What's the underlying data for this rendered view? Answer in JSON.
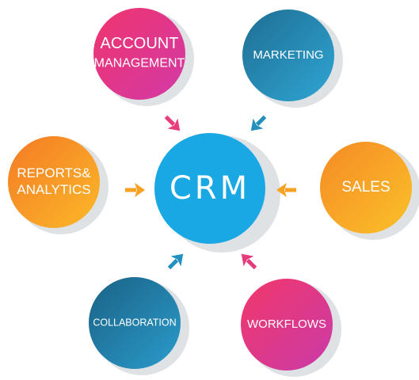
{
  "center": {
    "label": "CRM",
    "color": "#1aa8e4"
  },
  "nodes": [
    {
      "id": "account-management",
      "lines": [
        "ACCOUNT",
        "MANAGEMENT"
      ],
      "gradient": [
        "#f0346e",
        "#d23aa6"
      ],
      "arrow_color": "#e83c7c"
    },
    {
      "id": "marketing",
      "lines": [
        "MARKETING"
      ],
      "gradient": [
        "#1e6e92",
        "#2fa5d4"
      ],
      "arrow_color": "#258fbc"
    },
    {
      "id": "reports-analytics",
      "lines": [
        "REPORTS&",
        "ANALYTICS"
      ],
      "gradient": [
        "#f47a26",
        "#fbb928"
      ],
      "arrow_color": "#f8a223"
    },
    {
      "id": "sales",
      "lines": [
        "SALES"
      ],
      "gradient": [
        "#f58a24",
        "#fbc12a"
      ],
      "arrow_color": "#f8a223"
    },
    {
      "id": "collaboration",
      "lines": [
        "COLLABORATION"
      ],
      "gradient": [
        "#1b6285",
        "#2a9bcb"
      ],
      "arrow_color": "#2290c0"
    },
    {
      "id": "workflows",
      "lines": [
        "WORKFLOWS"
      ],
      "gradient": [
        "#f2386a",
        "#c93aa8"
      ],
      "arrow_color": "#e63c7e"
    }
  ]
}
